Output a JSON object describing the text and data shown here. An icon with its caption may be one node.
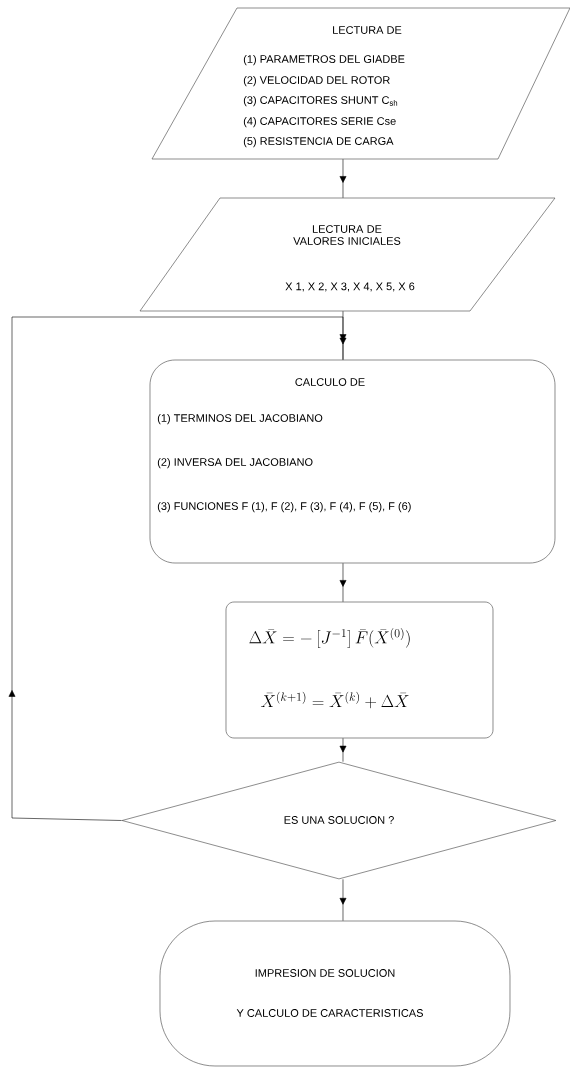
{
  "diagram": {
    "nodes": [
      {
        "text": [
          "LECTURA DE",
          "(1)  PARAMETROS DEL GIADBE",
          "(2)  VELOCIDAD DEL ROTOR",
          "(3)  CAPACITORES SHUNT  C$_{sh}$",
          "(4)  CAPACITORES SERIE  Cse",
          "(5)  RESISTENCIA DE CARGA"
        ]
      },
      {
        "text": [
          "LECTURA DE VALORES INICIALES",
          "X 1,  X 2,  X 3,  X 4,  X 5,  X 6"
        ]
      },
      {
        "text": [
          "CALCULO DE",
          "(1)  TERMINOS DEL JACOBIANO",
          "(2)   INVERSA DEL JACOBIANO",
          "(3)   FUNCIONES    F (1), F (2), F (3), F (4), F (5), F (6)"
        ]
      },
      {
        "text": [
          "\\Delta \\bar{X} = -\\left[J^{-1}\\right]\\bar{F}(\\bar{X}^{(0)})",
          "\\bar{X}^{(k+1)} = \\bar{X}^{(k)} + \\Delta \\bar{X}"
        ]
      },
      {
        "text": [
          "ES UNA SOLUCION ?"
        ]
      },
      {
        "text": [
          "IMPRESION DE SOLUCION",
          "Y   CALCULO DE CARACTERISTICAS"
        ]
      }
    ],
    "edges": [
      {
        "from": 0,
        "to": 1,
        "arrow": "to"
      },
      {
        "from": 1,
        "to": 2,
        "arrow": "to"
      },
      {
        "from": 2,
        "to": 3,
        "arrow": "to"
      },
      {
        "from": 3,
        "to": 4,
        "arrow": "to"
      },
      {
        "from": 4,
        "to": 2,
        "arrow": "to"
      },
      {
        "from": 4,
        "to": 5,
        "arrow": "to"
      }
    ]
  }
}
